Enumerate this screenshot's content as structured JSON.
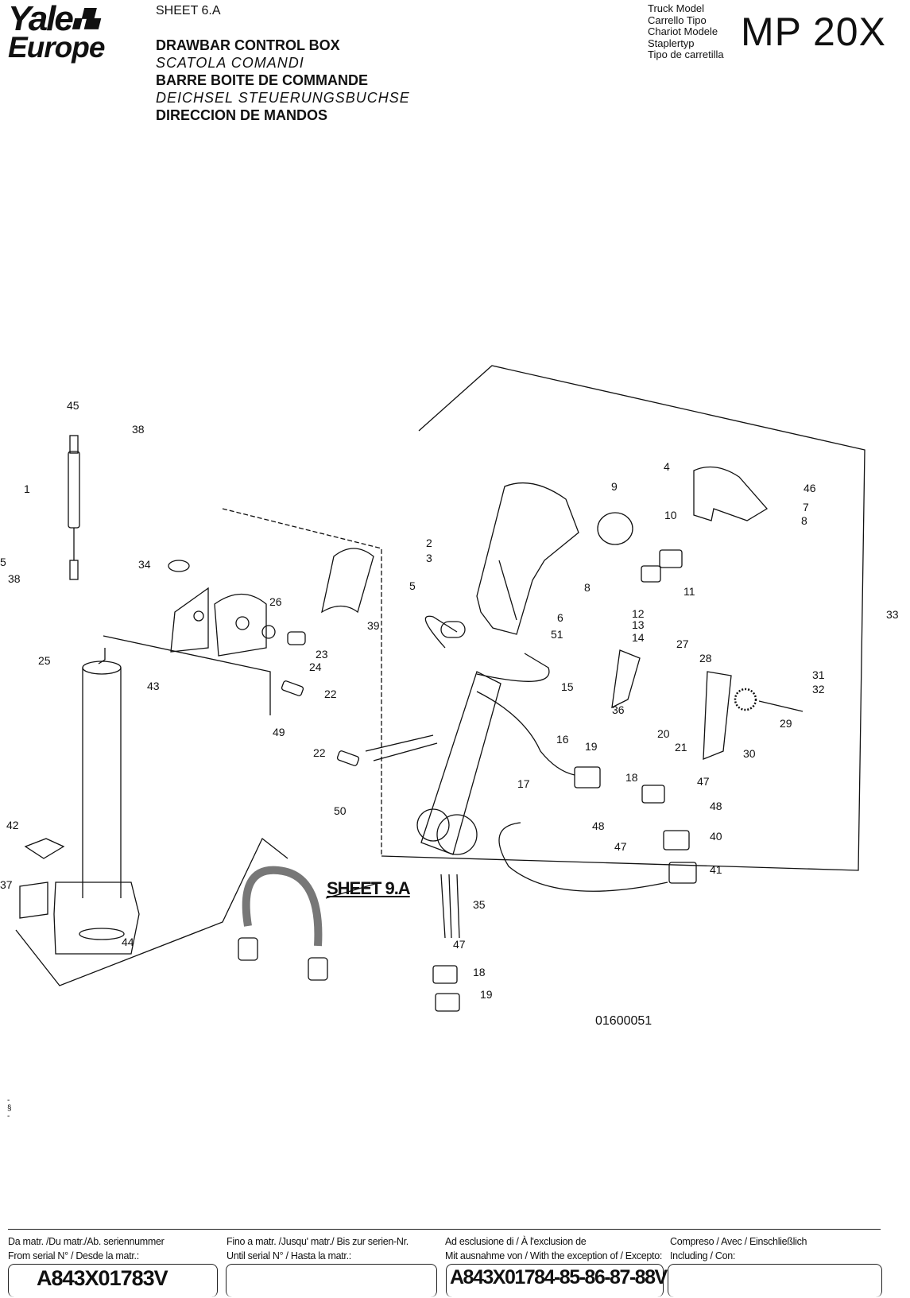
{
  "header": {
    "brand_line1": "Yale",
    "brand_line2": "Europe",
    "sheet": "SHEET 6.A",
    "titles": [
      "DRAWBAR CONTROL BOX",
      "SCATOLA COMANDI",
      "BARRE BOITE DE COMMANDE",
      "DEICHSEL STEUERUNGSBUCHSE",
      "DIRECCION DE MANDOS"
    ],
    "truck_model_labels": [
      "Truck Model",
      "Carrello Tipo",
      "Chariot Modele",
      "Staplertyp",
      "Tipo de carretilla"
    ],
    "model": "MP 20X"
  },
  "diagram": {
    "drawing_number": "01600051",
    "sheet_reference": "SHEET 9.A",
    "part_callouts": [
      "45",
      "38",
      "1",
      "5",
      "38",
      "34",
      "26",
      "39",
      "23",
      "24",
      "25",
      "43",
      "22",
      "49",
      "22",
      "50",
      "42",
      "37",
      "44",
      "35",
      "47",
      "18",
      "19",
      "9",
      "4",
      "46",
      "7",
      "8",
      "10",
      "2",
      "3",
      "8",
      "11",
      "6",
      "5",
      "51",
      "12",
      "13",
      "14",
      "27",
      "28",
      "15",
      "16",
      "19",
      "36",
      "20",
      "21",
      "31",
      "32",
      "29",
      "30",
      "17",
      "18",
      "47",
      "48",
      "48",
      "40",
      "47",
      "41",
      "33"
    ]
  },
  "footer": {
    "col1_line1": "Da matr. /Du matr./Ab. seriennummer",
    "col1_line2": "From serial N° / Desde la matr.:",
    "col2_line1": "Fino a matr. /Jusqu' matr./ Bis zur serien-Nr.",
    "col2_line2": "Until serial N° / Hasta la matr.:",
    "col3_line1": "Ad esclusione di / À l'exclusion de",
    "col3_line2": "Mit ausnahme von / With the exception of / Excepto:",
    "col4_line1": "Compreso / Avec / Einschließlich",
    "col4_line2": "Including / Con:",
    "from_serial": "A843X01783V",
    "until_serial": "",
    "exception_serials": "A843X01784-85-86-87-88V",
    "including": ""
  }
}
